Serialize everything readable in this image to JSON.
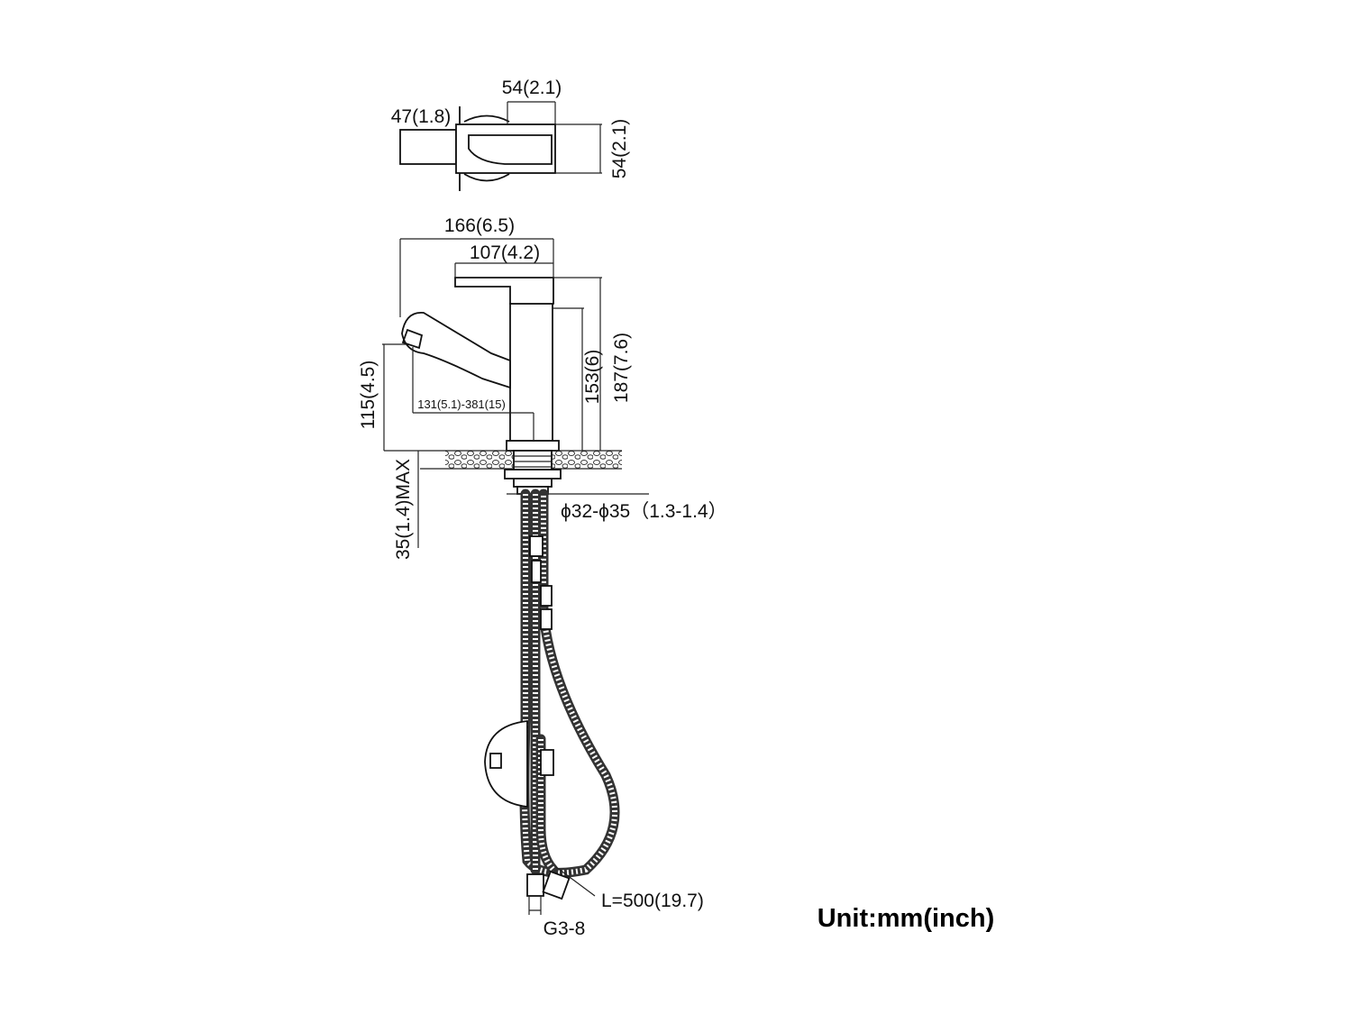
{
  "dimensions": {
    "top_width": "54(2.1)",
    "top_handle": "47(1.8)",
    "top_depth": "54(2.1)",
    "total_length": "166(6.5)",
    "handle_length": "107(4.2)",
    "spout_height": "153(6)",
    "total_height": "187(7.6)",
    "spout_clearance": "115(4.5)",
    "pull_out_range": "131(5.1)-381(15)",
    "deck_thickness": "35(1.4)MAX",
    "hole_diameter": "ϕ32-ϕ35（1.3-1.4）",
    "hose_length": "L=500(19.7)",
    "thread": "G3-8"
  },
  "unit_label": "Unit:mm(inch)"
}
